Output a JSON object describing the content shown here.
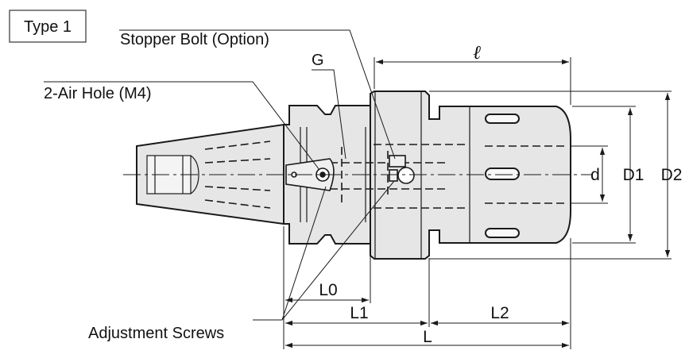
{
  "diagram": {
    "type_label": "Type 1",
    "callouts": {
      "stopper_bolt": "Stopper Bolt (Option)",
      "g": "G",
      "air_hole": "2-Air Hole (M4)",
      "adjustment_screws": "Adjustment Screws"
    },
    "dimensions": {
      "ell": "ℓ",
      "d": "d",
      "d1": "D1",
      "d2": "D2",
      "l0": "L0",
      "l1": "L1",
      "l2": "L2",
      "l": "L"
    },
    "colors": {
      "body_fill": "#e6e6e6",
      "line": "#1a1a1a"
    }
  }
}
